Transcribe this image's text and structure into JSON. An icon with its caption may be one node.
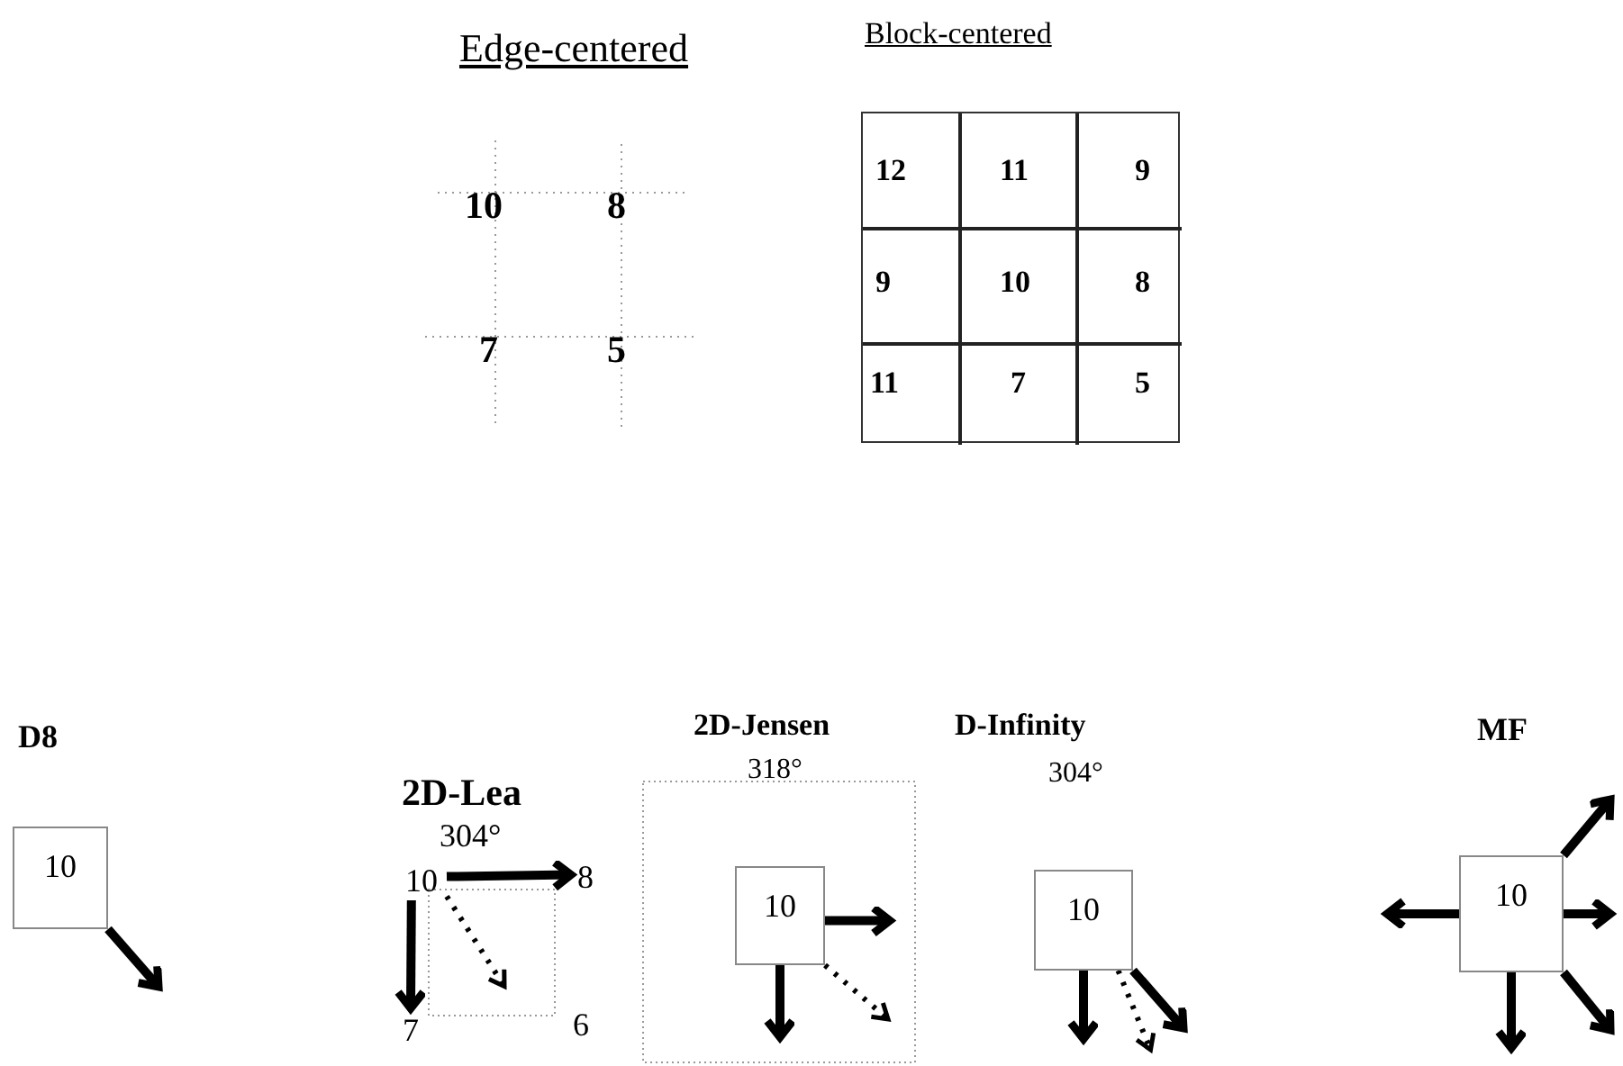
{
  "diagram": {
    "nodes": [
      {
        "text": [
          "10"
        ]
      },
      {
        "text": [
          "10"
        ]
      },
      {
        "text": [
          "8"
        ]
      },
      {
        "text": [
          "7"
        ]
      },
      {
        "text": [
          "10"
        ]
      },
      {
        "text": [
          "10"
        ]
      },
      {
        "text": [
          "10"
        ]
      }
    ],
    "edges": [
      {
        "from": 0,
        "to": null,
        "arrow": "to"
      },
      {
        "from": 1,
        "to": 2,
        "arrow": "to"
      },
      {
        "from": 1,
        "to": 3,
        "arrow": "to"
      },
      {
        "from": 1,
        "to": null,
        "arrow": "to",
        "style": "dashed"
      },
      {
        "from": 4,
        "to": null,
        "arrow": "to"
      },
      {
        "from": 4,
        "to": null,
        "arrow": "to"
      },
      {
        "from": 4,
        "to": null,
        "arrow": "to",
        "style": "dashed"
      },
      {
        "from": 5,
        "to": null,
        "arrow": "to"
      },
      {
        "from": 5,
        "to": null,
        "arrow": "to",
        "style": "dashed"
      },
      {
        "from": 5,
        "to": null,
        "arrow": "to"
      },
      {
        "from": 6,
        "to": null,
        "arrow": "to"
      },
      {
        "from": 6,
        "to": null,
        "arrow": "to"
      },
      {
        "from": 6,
        "to": null,
        "arrow": "to"
      },
      {
        "from": 6,
        "to": null,
        "arrow": "to"
      },
      {
        "from": 6,
        "to": null,
        "arrow": "to"
      }
    ],
    "labels": [
      "Edge-centered",
      "Block-centered",
      "10",
      "8",
      "7",
      "5",
      "12",
      "11",
      "9",
      "9",
      "10",
      "8",
      "11",
      "7",
      "5",
      "D8",
      "2D-Jensen",
      "D-Infinity",
      "MF",
      "2D-Lea",
      "304°",
      "318°",
      "304°",
      "6"
    ]
  }
}
